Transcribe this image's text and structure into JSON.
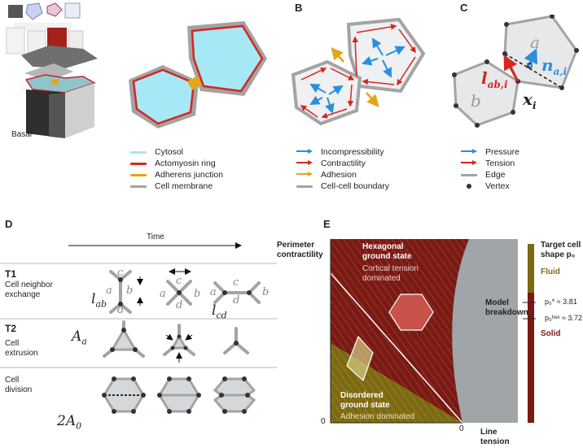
{
  "panels": {
    "b": "B",
    "c": "C",
    "d": "D",
    "e": "E"
  },
  "panel_a": {
    "basal_label": "Basal",
    "legend": [
      {
        "label": "Cytosol",
        "color": "#a6e8f5"
      },
      {
        "label": "Actomyosin ring",
        "color": "#d7261e"
      },
      {
        "label": "Adherens junction",
        "color": "#e0a717"
      },
      {
        "label": "Cell membrane",
        "color": "#a3a3a3"
      }
    ]
  },
  "panel_b": {
    "legend": [
      {
        "label": "Incompressibility",
        "color": "#2a8fe0"
      },
      {
        "label": "Contractility",
        "color": "#d7261e"
      },
      {
        "label": "Adhesion",
        "color": "#e0a717"
      },
      {
        "label": "Cell-cell boundary",
        "color": "#a3a3a3"
      }
    ]
  },
  "panel_c": {
    "cell_a": "a",
    "cell_b": "b",
    "l_label": "l",
    "l_sub": "ab,i",
    "n_label": "n",
    "n_sub": "a,i",
    "x_label": "x",
    "x_sub": "i",
    "legend": [
      {
        "label": "Pressure",
        "color": "#2a8fe0",
        "kind": "arrow"
      },
      {
        "label": "Tension",
        "color": "#d7261e",
        "kind": "arrow"
      },
      {
        "label": "Edge",
        "color": "#a3a3a3",
        "kind": "line"
      },
      {
        "label": "Vertex",
        "color": "#333333",
        "kind": "dot"
      }
    ]
  },
  "panel_d": {
    "time_label": "Time",
    "t1_title": "T1",
    "t1_desc": [
      "Cell neighbor",
      "exchange"
    ],
    "t2_title": "T2",
    "t2_desc": [
      "Cell",
      "extrusion"
    ],
    "div_desc": [
      "Cell",
      "division"
    ],
    "l_ab": "l",
    "l_ab_sub": "ab",
    "l_cd": "l",
    "l_cd_sub": "cd",
    "a_area": "A",
    "a_area_sub": "a",
    "two_a0": "2A",
    "two_a0_sub": "0",
    "letters": {
      "a": "a",
      "b": "b",
      "c": "c",
      "d": "d"
    }
  },
  "panel_e": {
    "y_label": [
      "Perimeter",
      "contractility"
    ],
    "x_label": [
      "Line",
      "tension"
    ],
    "zero": "0",
    "hex_title": [
      "Hexagonal",
      "ground state"
    ],
    "hex_sub": [
      "Cortical tension",
      "dominated"
    ],
    "dis_title": [
      "Disordered",
      "ground state"
    ],
    "dis_sub": "Adhesion dominated",
    "breakdown": [
      "Model",
      "breakdown"
    ],
    "colorbar_title": [
      "Target cell",
      "shape p₀"
    ],
    "fluid": "Fluid",
    "solid": "Solid",
    "p_star": "p₀* ≈ 3.81",
    "p_hex": "p₀ʰᵉˣ ≈ 3.72",
    "colors": {
      "red": "#7a1a12",
      "olive": "#7d6a10",
      "gray": "#9fa5a8"
    }
  }
}
